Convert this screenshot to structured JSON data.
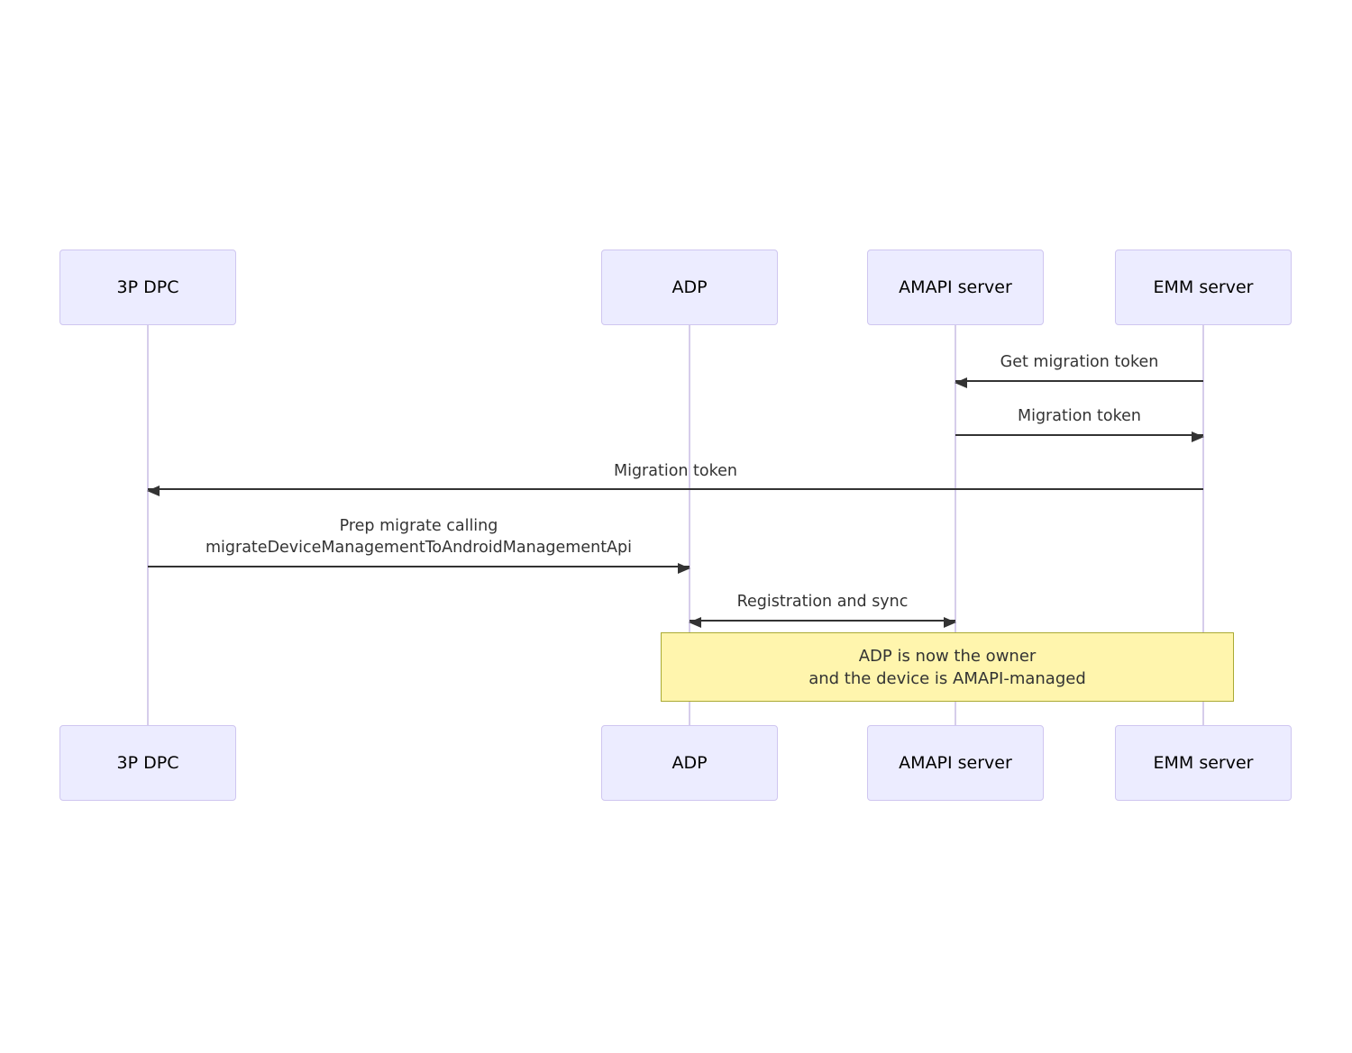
{
  "diagram": {
    "type": "sequence",
    "actors": [
      {
        "id": "3p-dpc",
        "label": "3P DPC"
      },
      {
        "id": "adp",
        "label": "ADP"
      },
      {
        "id": "amapi-server",
        "label": "AMAPI server"
      },
      {
        "id": "emm-server",
        "label": "EMM server"
      }
    ],
    "messages": [
      {
        "label": "Get migration token",
        "from": "EMM server",
        "to": "AMAPI server",
        "arrow": "left"
      },
      {
        "label": "Migration token",
        "from": "AMAPI server",
        "to": "EMM server",
        "arrow": "right"
      },
      {
        "label": "Migration token",
        "from": "EMM server",
        "to": "3P DPC",
        "arrow": "left"
      },
      {
        "line1": "Prep migrate calling",
        "line2": "migrateDeviceManagementToAndroidManagementApi",
        "from": "3P DPC",
        "to": "ADP",
        "arrow": "right"
      },
      {
        "label": "Registration and sync",
        "from": "ADP",
        "to": "AMAPI server",
        "arrow": "both"
      }
    ],
    "note": {
      "over": [
        "ADP",
        "EMM server"
      ],
      "line1": "ADP is now the owner",
      "line2": "and the device is AMAPI-managed"
    },
    "colors": {
      "background": "#ffffff",
      "actor_fill": "#ececff",
      "actor_border": "#cfc6f0",
      "actor_text": "#000000",
      "lifeline": "#d6cdeb",
      "arrow": "#333333",
      "message_text": "#333333",
      "note_fill": "#fff5ad",
      "note_border": "#aaaa33"
    }
  }
}
